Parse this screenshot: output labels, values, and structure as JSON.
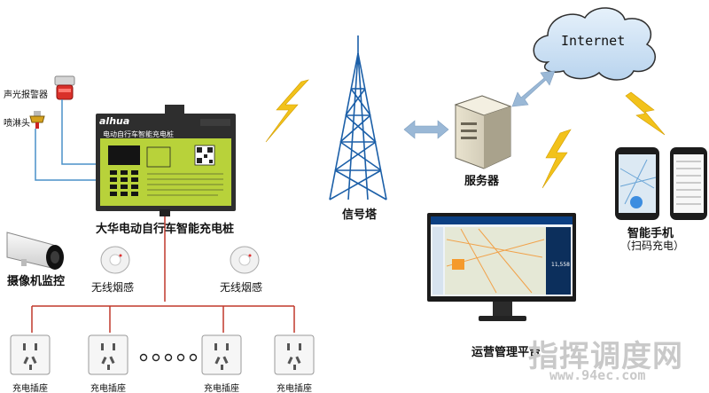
{
  "labels": {
    "internet": "Internet",
    "alarm": "声光报警器",
    "sprinkler": "喷淋头",
    "station_brand": "alhua",
    "station_panel_title": "电动自行车智能充电桩",
    "station_caption": "大华电动自行车智能充电桩",
    "camera": "摄像机监控",
    "smoke_left": "无线烟感",
    "smoke_right": "无线烟感",
    "tower": "信号塔",
    "server": "服务器",
    "phone_line1": "智能手机",
    "phone_line2": "（扫码充电）",
    "platform": "运营管理平台",
    "socket_label": "充电插座"
  },
  "sockets": [
    "充电插座",
    "充电插座",
    "充电插座",
    "充电插座"
  ],
  "ellipsis_dots": 5,
  "watermark": {
    "main": "指挥调度网",
    "url": "www.94ec.com"
  },
  "colors": {
    "charger_panel": "#b8d23a",
    "charger_body": "#2e2e2e",
    "lightning": "#f2c21b",
    "tower": "#1b5fa8",
    "arrow": "#9ab8d6",
    "wire": "#c0392b",
    "cloud": "#cfe3f7",
    "sensor_wire": "#4a90c8"
  }
}
